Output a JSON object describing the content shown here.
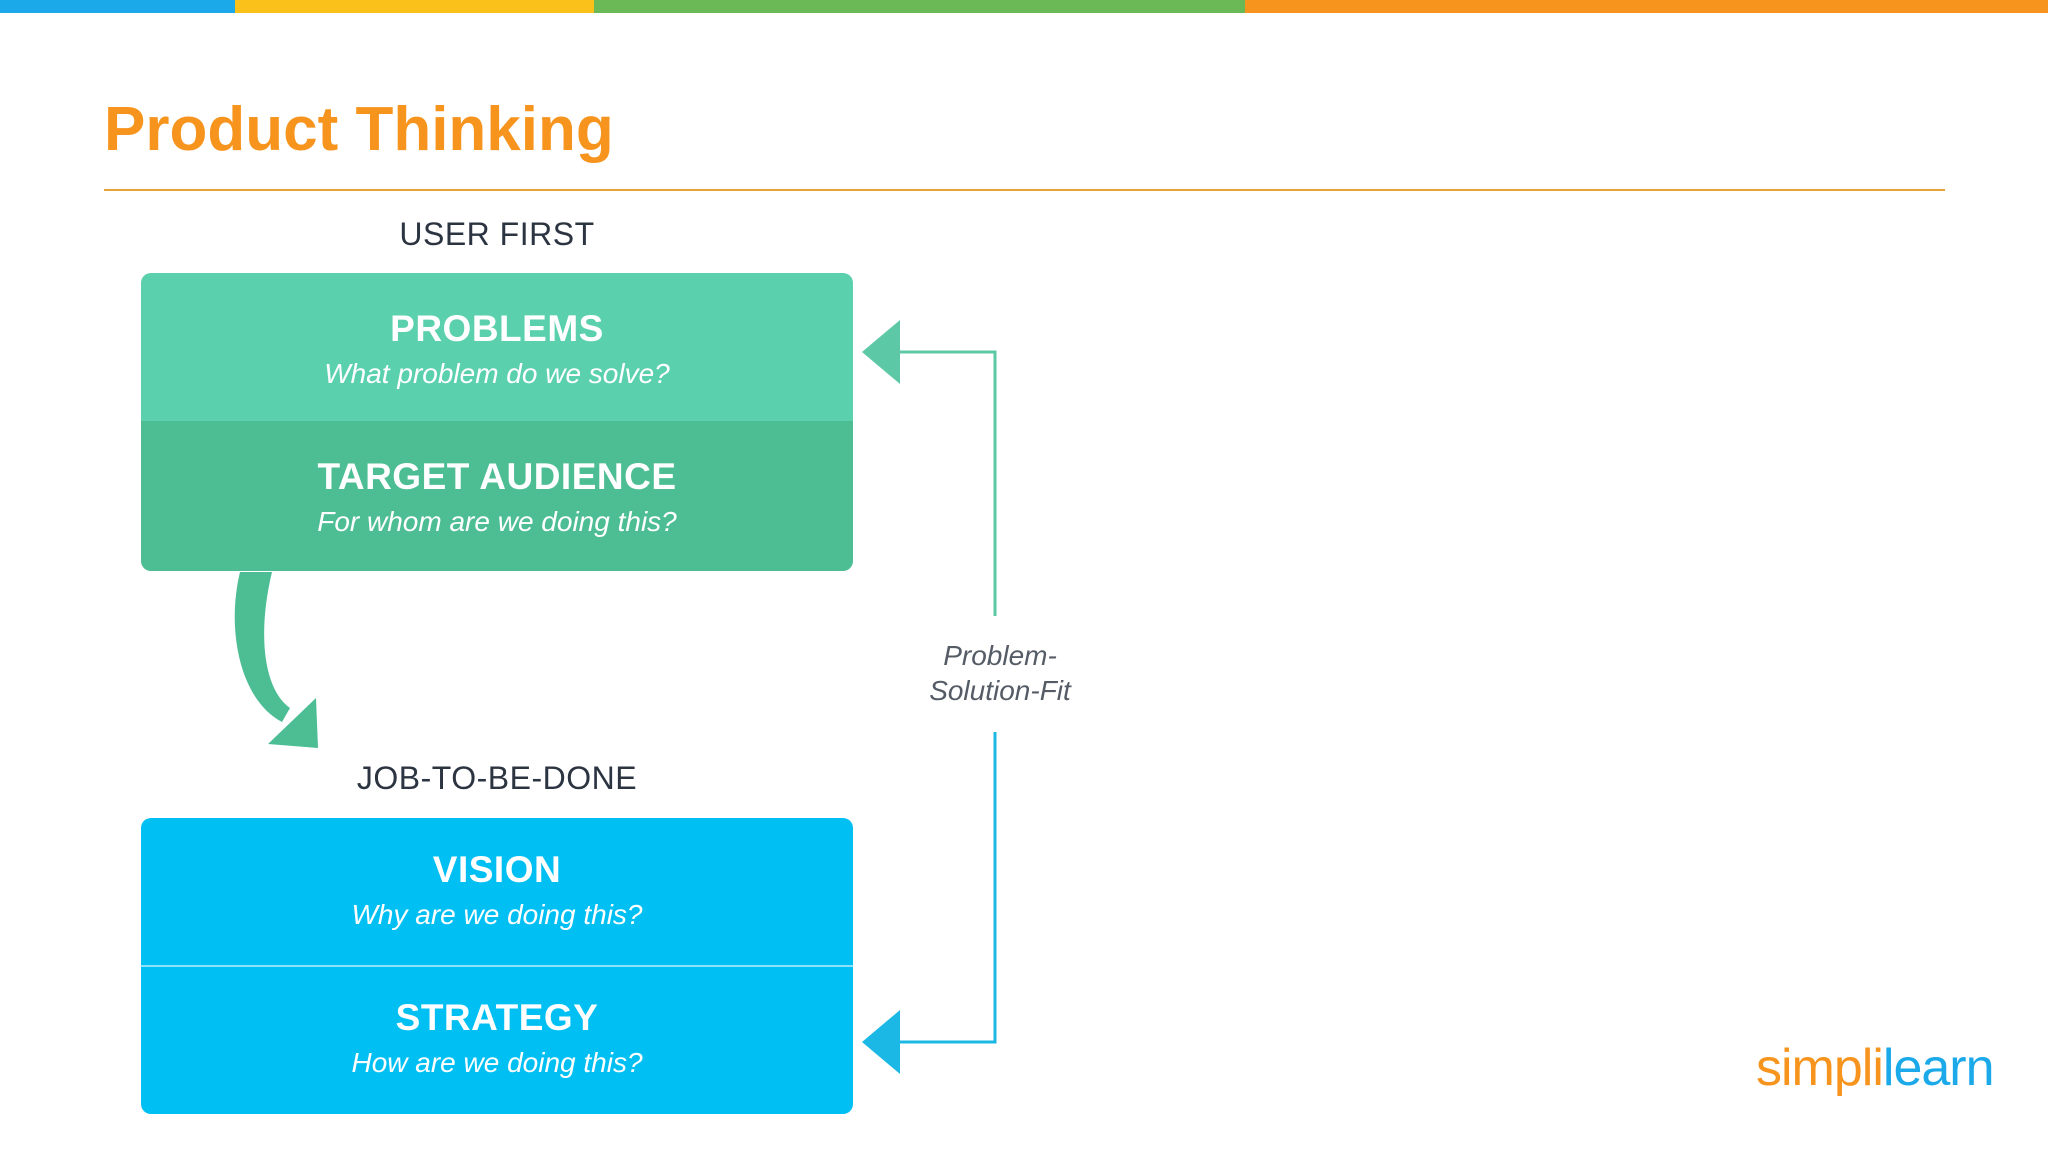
{
  "colors": {
    "bar_blue": "#1ba9e9",
    "bar_yellow": "#f9c11a",
    "bar_green": "#6bb857",
    "bar_orange": "#f7941d",
    "title_orange": "#f7941d",
    "rule": "#e8a135",
    "green_top": "#5bd0ad",
    "green_bottom": "#4dbd94",
    "blue": "#00bff3",
    "teal_arrow": "#5dc8a6",
    "blue_arrow": "#1bb8e6",
    "logo_orange": "#f7941d",
    "logo_blue": "#1ba9e9"
  },
  "slide": {
    "title": "Product Thinking"
  },
  "diagram": {
    "user_first_label": "USER FIRST",
    "problems": {
      "heading": "PROBLEMS",
      "question": "What problem do we solve?"
    },
    "target_audience": {
      "heading": "TARGET AUDIENCE",
      "question": "For whom are we doing this?"
    },
    "jtbd_label": "JOB-TO-BE-DONE",
    "vision": {
      "heading": "VISION",
      "question": "Why are we doing this?"
    },
    "strategy": {
      "heading": "STRATEGY",
      "question": "How are we doing this?"
    },
    "fit_label_line1": "Problem-",
    "fit_label_line2": "Solution-Fit"
  },
  "logo": {
    "part1": "simpl",
    "part2": "i",
    "part3": "learn"
  }
}
